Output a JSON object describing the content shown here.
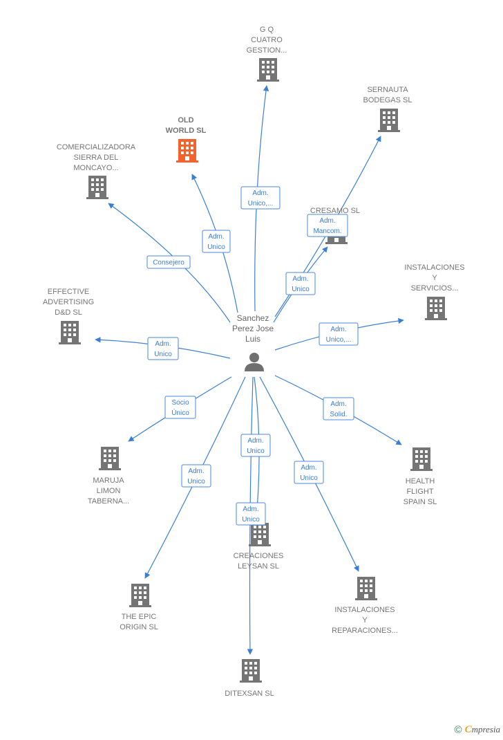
{
  "center": {
    "label_lines": [
      "Sanchez",
      "Perez Jose",
      "Luis"
    ],
    "icon": "person-icon"
  },
  "colors": {
    "edge": "#3a7fd5",
    "node": "#757575",
    "highlight": "#f4632e",
    "person": "#6f6f6f"
  },
  "nodes": [
    {
      "id": "gq",
      "label_lines": [
        "G Q",
        "CUATRO",
        "GESTION..."
      ],
      "icon": "building-icon",
      "highlight": false,
      "edge_label": [
        "Adm.",
        "Unico,..."
      ]
    },
    {
      "id": "sernauta",
      "label_lines": [
        "SERNAUTA",
        "BODEGAS  SL"
      ],
      "icon": "building-icon",
      "highlight": false,
      "edge_label": [
        "Adm.",
        "Mancom."
      ]
    },
    {
      "id": "oldworld",
      "label_lines": [
        "OLD",
        "WORLD  SL"
      ],
      "icon": "building-icon",
      "highlight": true,
      "edge_label": [
        "Adm.",
        "Unico"
      ]
    },
    {
      "id": "comercializadora",
      "label_lines": [
        "COMERCIALIZADORA",
        "SIERRA DEL",
        "MONCAYO..."
      ],
      "icon": "building-icon",
      "highlight": false,
      "edge_label": [
        "Consejero"
      ]
    },
    {
      "id": "cresamo",
      "label_lines": [
        "CRESAMO  SL"
      ],
      "icon": "building-icon",
      "highlight": false,
      "edge_label": [
        "Adm.",
        "Unico"
      ]
    },
    {
      "id": "instserv",
      "label_lines": [
        "INSTALACIONES",
        "Y",
        "SERVICIOS..."
      ],
      "icon": "building-icon",
      "highlight": false,
      "edge_label": [
        "Adm.",
        "Unico,..."
      ]
    },
    {
      "id": "effective",
      "label_lines": [
        "EFFECTIVE",
        "ADVERTISING",
        "D&D  SL"
      ],
      "icon": "building-icon",
      "highlight": false,
      "edge_label": [
        "Adm.",
        "Unico"
      ]
    },
    {
      "id": "maruja",
      "label_lines": [
        "MARUJA",
        "LIMON",
        "TABERNA..."
      ],
      "icon": "building-icon",
      "highlight": false,
      "edge_label": [
        "Socio",
        "Único"
      ]
    },
    {
      "id": "health",
      "label_lines": [
        "HEALTH",
        "FLIGHT",
        "SPAIN  SL"
      ],
      "icon": "building-icon",
      "highlight": false,
      "edge_label": [
        "Adm.",
        "Solid."
      ]
    },
    {
      "id": "creaciones",
      "label_lines": [
        "CREACIONES",
        "LEYSAN  SL"
      ],
      "icon": "building-icon",
      "highlight": false,
      "edge_label": [
        "Adm.",
        "Unico"
      ]
    },
    {
      "id": "epic",
      "label_lines": [
        "THE EPIC",
        "ORIGIN  SL"
      ],
      "icon": "building-icon",
      "highlight": false,
      "edge_label": [
        "Adm.",
        "Unico"
      ]
    },
    {
      "id": "instrep",
      "label_lines": [
        "INSTALACIONES",
        "Y",
        "REPARACIONES..."
      ],
      "icon": "building-icon",
      "highlight": false,
      "edge_label": [
        "Adm.",
        "Unico"
      ]
    },
    {
      "id": "ditexsan",
      "label_lines": [
        "DITEXSAN  SL"
      ],
      "icon": "building-icon",
      "highlight": false,
      "edge_label": [
        "Adm.",
        "Unico"
      ]
    }
  ],
  "footer": {
    "copyright": "©",
    "brand_first": "C",
    "brand_rest": "mpresia"
  }
}
